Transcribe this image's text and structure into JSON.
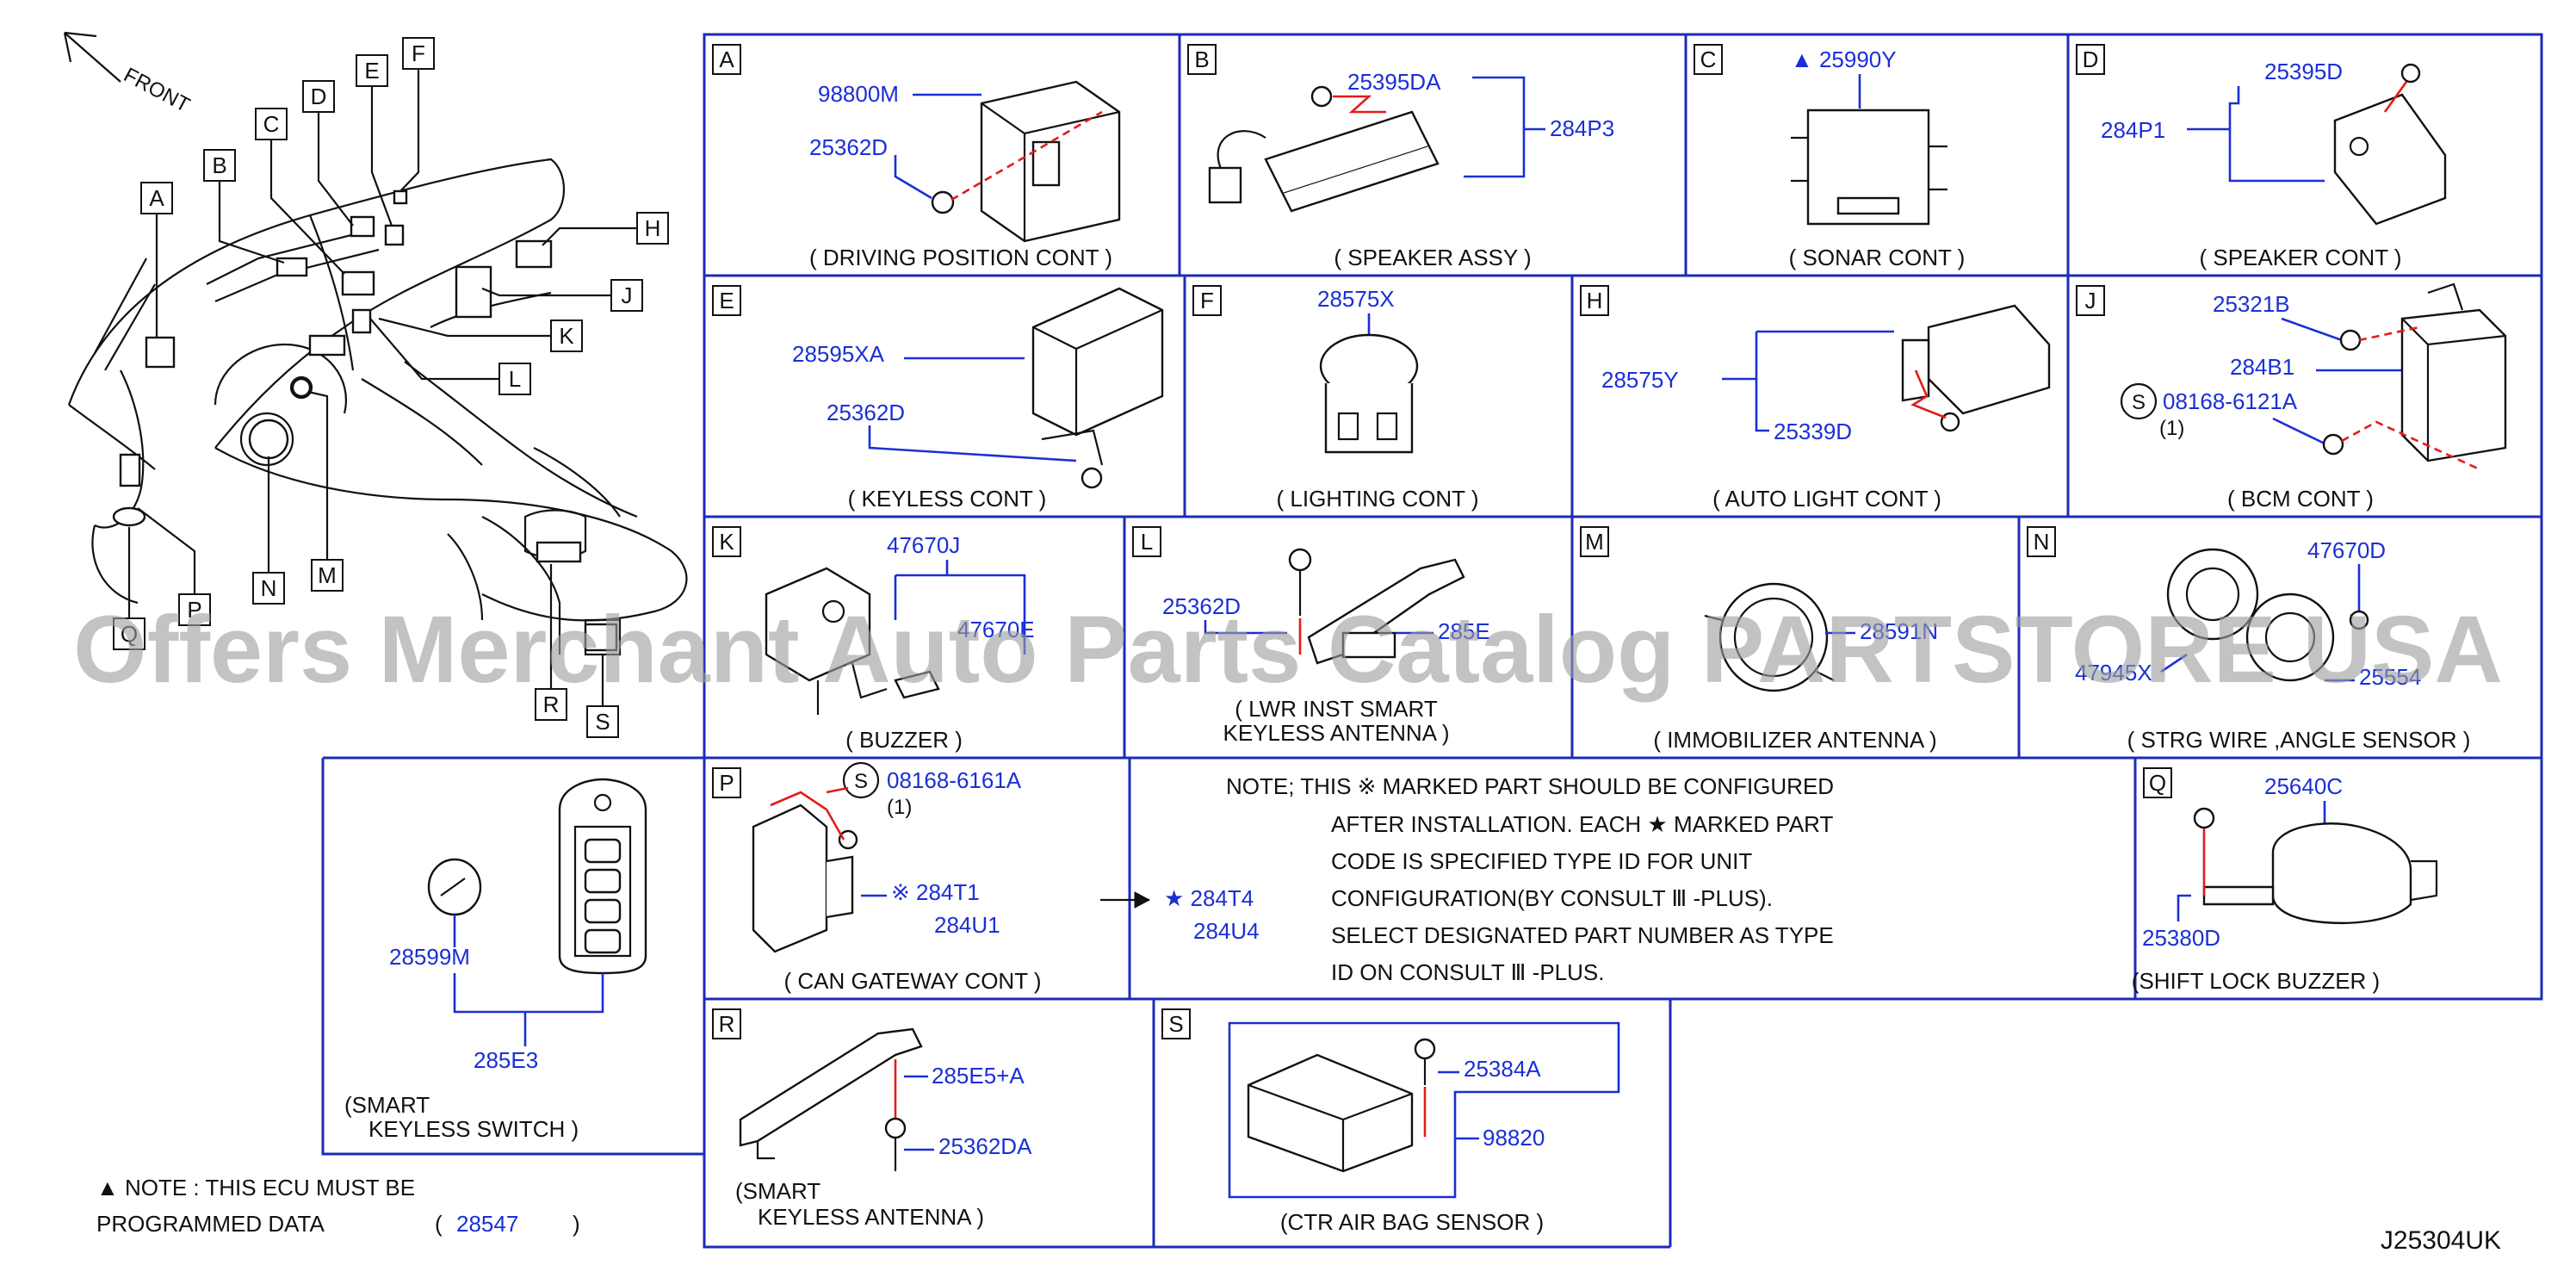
{
  "diagram_code": "J25304UK",
  "front_label": "FRONT",
  "watermark": "Offers Merchant Auto Parts Catalog PARTSTORE USA",
  "note_ecu": {
    "line1": "▲ NOTE  :  THIS  ECU  MUST  BE",
    "line2": "PROGRAMMED  DATA",
    "open": "(",
    "part": "28547",
    "close": ")"
  },
  "overview_labels": [
    "A",
    "B",
    "C",
    "D",
    "E",
    "F",
    "H",
    "J",
    "K",
    "L",
    "M",
    "N",
    "P",
    "Q",
    "R",
    "S"
  ],
  "panels": [
    {
      "letter": "A",
      "title": "( DRIVING   POSITION   CONT )",
      "parts": [
        "98800M",
        "25362D"
      ]
    },
    {
      "letter": "B",
      "title": "( SPEAKER   ASSY )",
      "parts": [
        "25395DA",
        "284P3"
      ]
    },
    {
      "letter": "C",
      "title": "( SONAR   CONT )",
      "parts": [
        "▲ 25990Y"
      ]
    },
    {
      "letter": "D",
      "title": "( SPEAKER   CONT )",
      "parts": [
        "25395D",
        "284P1"
      ]
    },
    {
      "letter": "E",
      "title": "( KEYLESS   CONT )",
      "parts": [
        "28595XA",
        "25362D"
      ]
    },
    {
      "letter": "F",
      "title": "( LIGHTING   CONT )",
      "parts": [
        "28575X"
      ]
    },
    {
      "letter": "H",
      "title": "( AUTO   LIGHT   CONT )",
      "parts": [
        "28575Y",
        "25339D"
      ]
    },
    {
      "letter": "J",
      "title": "( BCM   CONT )",
      "parts": [
        "25321B",
        "284B1",
        "08168-6121A",
        "(1)"
      ]
    },
    {
      "letter": "K",
      "title": "( BUZZER )",
      "parts": [
        "47670J",
        "47670E"
      ]
    },
    {
      "letter": "L",
      "title": "( LWR   INST   SMART",
      "title2": "KEYLESS   ANTENNA )",
      "parts": [
        "25362D",
        "285E"
      ]
    },
    {
      "letter": "M",
      "title": "( IMMOBILIZER   ANTENNA )",
      "parts": [
        "28591N"
      ]
    },
    {
      "letter": "N",
      "title": "( STRG   WIRE   ,ANGLE   SENSOR )",
      "parts": [
        "47670D",
        "47945X",
        "25554"
      ]
    },
    {
      "letter": "",
      "title": "(SMART",
      "title2": "KEYLESS   SWITCH )",
      "parts": [
        "28599M",
        "285E3"
      ]
    },
    {
      "letter": "P",
      "title": "(   CAN   GATEWAY   CONT )",
      "parts": [
        "08168-6161A",
        "(1)",
        "※ 284T1",
        "284U1"
      ]
    },
    {
      "letter": "Q",
      "title": "(SHIFT   LOCK   BUZZER )",
      "parts": [
        "25640C",
        "25380D"
      ]
    },
    {
      "letter": "R",
      "title": "(SMART",
      "title2": "KEYLESS   ANTENNA )",
      "parts": [
        "285E5+A",
        "25362DA"
      ]
    },
    {
      "letter": "S",
      "title": "(CTR   AIR   BAG   SENSOR )",
      "parts": [
        "25384A",
        "98820"
      ]
    }
  ],
  "note_config": {
    "arrow_parts": [
      "★ 284T4",
      "284U4"
    ],
    "lines": [
      "NOTE;   THIS   ※ MARKED  PART  SHOULD  BE  CONFIGURED",
      "AFTER  INSTALLATION.   EACH            ★ MARKED  PART",
      "CODE  IS  SPECIFIED          TYPE  ID  FOR  UNIT",
      "CONFIGURATION(BY  CONSULT          Ⅲ -PLUS).",
      "SELECT  DESIGNATED  PART  NUMBER  AS  TYPE",
      "ID  ON  CONSULT      Ⅲ -PLUS."
    ]
  }
}
